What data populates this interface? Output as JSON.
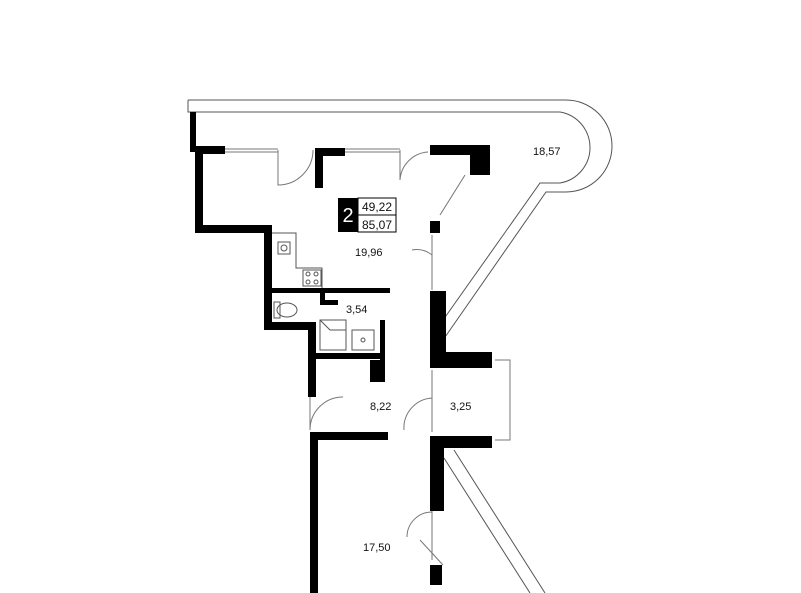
{
  "apartment": {
    "rooms_count": "2",
    "living_area": "49,22",
    "total_area": "85,07"
  },
  "rooms": {
    "balcony_large": "18,57",
    "living_room": "19,96",
    "bathroom": "3,54",
    "hallway": "8,22",
    "balcony_small": "3,25",
    "bedroom": "17,50"
  },
  "colors": {
    "wall": "#000000",
    "line": "#555555",
    "background": "#ffffff"
  }
}
